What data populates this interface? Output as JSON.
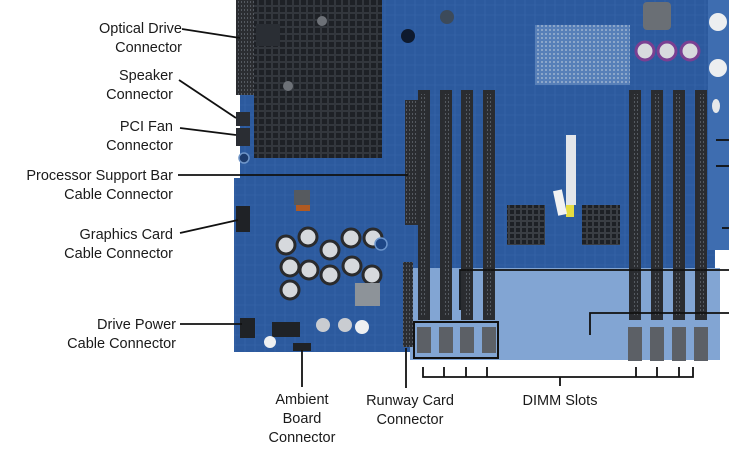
{
  "diagram": {
    "subject": "Motherboard component locations",
    "colors": {
      "board": "#2c5a9e",
      "board_dark": "#1f4582",
      "board_light": "#5b86c2",
      "heatsink": "#262a30",
      "slot": "#2a2c30",
      "leader_line": "#111111",
      "text": "#1a1a1a"
    },
    "labels": {
      "optical_drive": {
        "line1": "Optical Drive",
        "line2": "Connector"
      },
      "speaker": {
        "line1": "Speaker",
        "line2": "Connector"
      },
      "pci_fan": {
        "line1": "PCI Fan",
        "line2": "Connector"
      },
      "processor_support_bar": {
        "line1": "Processor Support Bar",
        "line2": "Cable Connector"
      },
      "graphics_card": {
        "line1": "Graphics Card",
        "line2": "Cable Connector"
      },
      "drive_power": {
        "line1": "Drive Power",
        "line2": "Cable Connector"
      },
      "ambient_board": {
        "line1": "Ambient",
        "line2": "Board",
        "line3": "Connector"
      },
      "runway_card": {
        "line1": "Runway Card",
        "line2": "Connector"
      },
      "dimm_slots": {
        "line1": "DIMM Slots"
      }
    },
    "dimm_slot_count": 8
  }
}
